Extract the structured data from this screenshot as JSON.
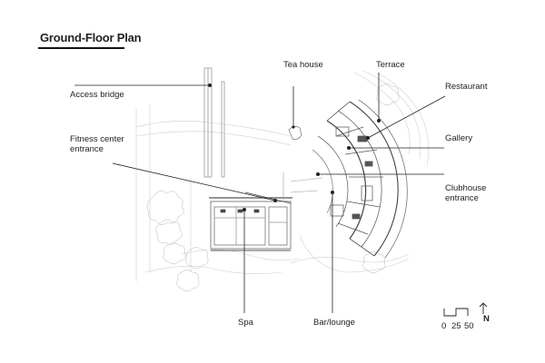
{
  "title": "Ground-Floor Plan",
  "labels": {
    "access_bridge": "Access bridge",
    "tea_house": "Tea house",
    "terrace": "Terrace",
    "restaurant": "Restaurant",
    "gallery": "Gallery",
    "fitness_center_entrance": "Fitness center\nentrance",
    "clubhouse_entrance": "Clubhouse\nentrance",
    "spa": "Spa",
    "bar_lounge": "Bar/lounge"
  },
  "scale_bar": {
    "ticks": [
      "0",
      "25",
      "50"
    ]
  },
  "north_arrow": {
    "label": "N"
  },
  "colors": {
    "ink": "#222222",
    "linework": "#8a8a8a",
    "faint": "#c8c8c8"
  }
}
